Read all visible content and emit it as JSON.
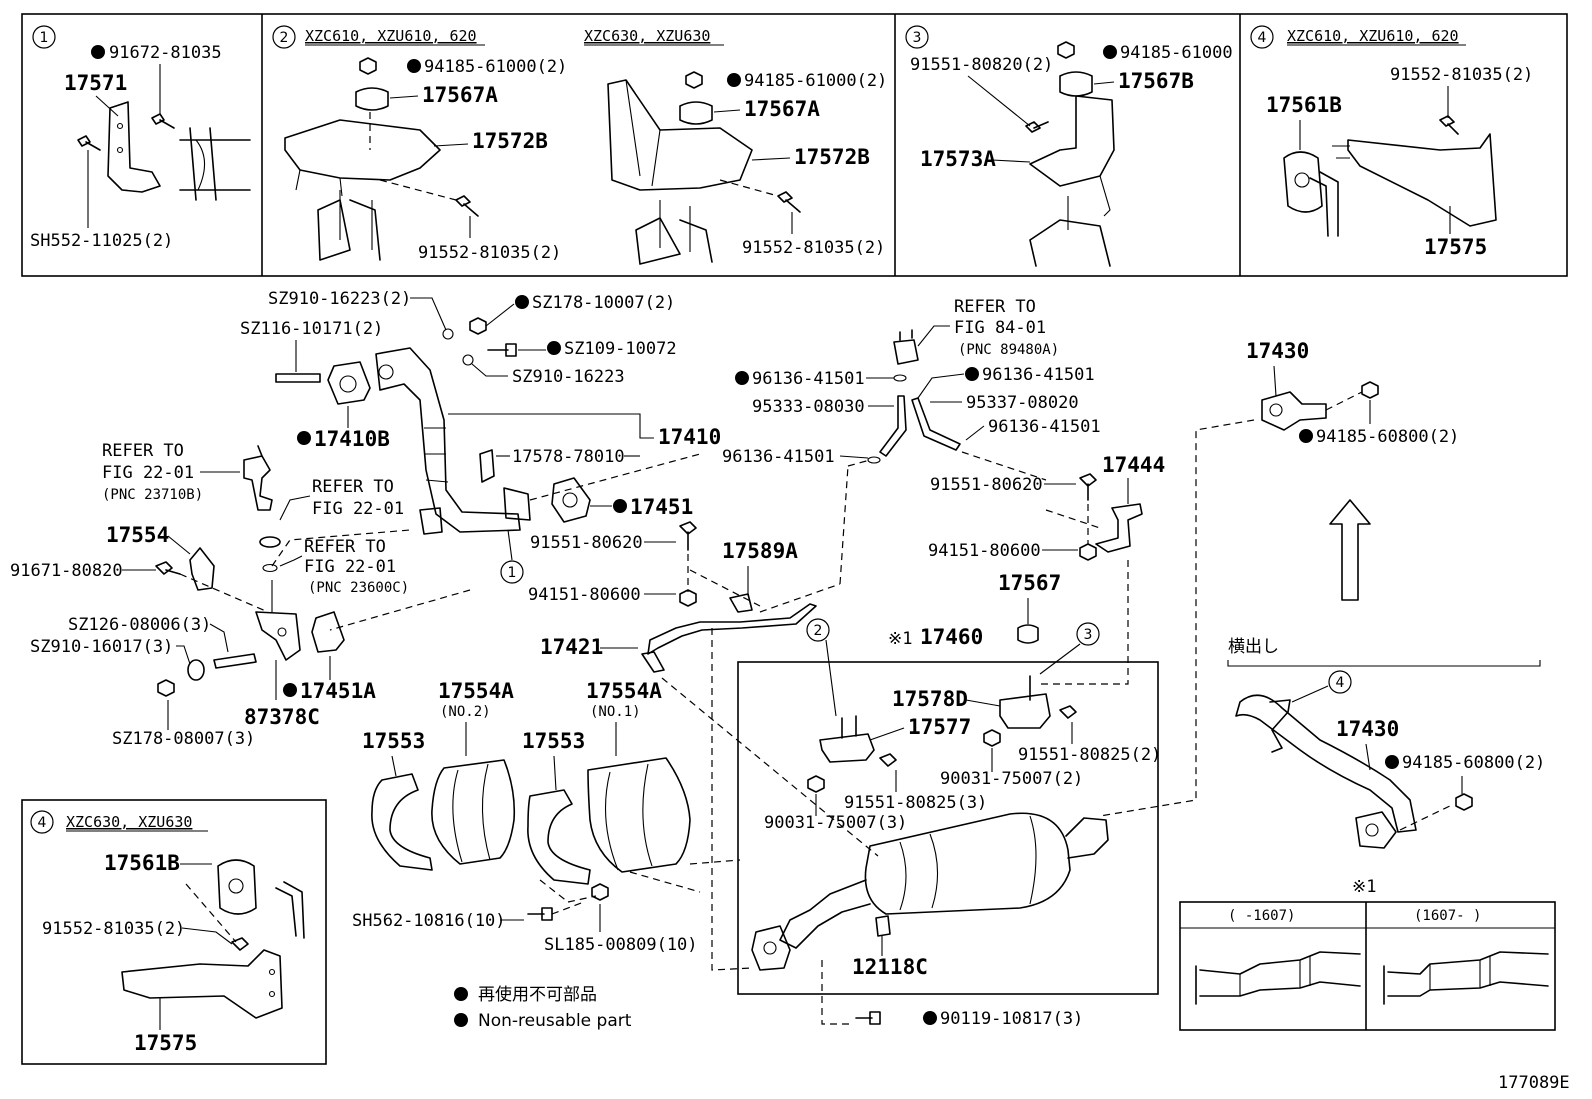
{
  "diagram_id": "177089E",
  "panels": {
    "p1": {
      "num": "1"
    },
    "p2": {
      "num": "2",
      "variant_a": "XZC610, XZU610, 620",
      "variant_b": "XZC630, XZU630"
    },
    "p3": {
      "num": "3"
    },
    "p4": {
      "num": "4",
      "variant": "XZC610, XZU610, 620"
    },
    "p5": {
      "num": "4",
      "variant": "XZC630, XZU630"
    }
  },
  "labels": {
    "p1_91672": "91672-81035",
    "p1_17571": "17571",
    "p1_sh552": "SH552-11025(2)",
    "p2_94185_a": "94185-61000(2)",
    "p2_17567a_a": "17567A",
    "p2_17572b_a": "17572B",
    "p2_91552_a": "91552-81035(2)",
    "p2_94185_b": "94185-61000(2)",
    "p2_17567a_b": "17567A",
    "p2_17572b_b": "17572B",
    "p2_91552_b": "91552-81035(2)",
    "p3_94185": "94185-61000",
    "p3_91551": "91551-80820(2)",
    "p3_17567b": "17567B",
    "p3_17573a": "17573A",
    "p4_91552": "91552-81035(2)",
    "p4_17561b": "17561B",
    "p4_17575": "17575",
    "sz910_16223_2": "SZ910-16223(2)",
    "sz178_10007": "SZ178-10007(2)",
    "sz116_10171": "SZ116-10171(2)",
    "sz109_10072": "SZ109-10072",
    "sz910_16223": "SZ910-16223",
    "p17410b": "17410B",
    "p17410": "17410",
    "p17578_78010": "17578-78010",
    "p17451": "17451",
    "refer_to": "REFER TO",
    "fig22_a": "FIG 22-01",
    "pnc23710b": "(PNC 23710B)",
    "fig22_b": "FIG 22-01",
    "fig22_c": "FIG 22-01",
    "pnc23600c": "(PNC 23600C)",
    "fig84": "FIG 84-01",
    "pnc89480a": "(PNC 89480A)",
    "p17554": "17554",
    "p91671": "91671-80820",
    "sz126": "SZ126-08006(3)",
    "sz910_16017": "SZ910-16017(3)",
    "p17451a": "17451A",
    "p87378c": "87378C",
    "sz178_08007": "SZ178-08007(3)",
    "p91551_80620_a": "91551-80620",
    "p94151_80600_a": "94151-80600",
    "p17589a": "17589A",
    "p17421": "17421",
    "p96136_a": "96136-41501",
    "p96136_b": "96136-41501",
    "p96136_c": "96136-41501",
    "p96136_d": "96136-41501",
    "p95333": "95333-08030",
    "p95337": "95337-08020",
    "p17444": "17444",
    "p91551_80620_b": "91551-80620",
    "p94151_80600_b": "94151-80600",
    "p17567": "17567",
    "p17460_mark": "※1",
    "p17460": "17460",
    "p17578d": "17578D",
    "p17577": "17577",
    "p91551_80825_2": "91551-80825(2)",
    "p90031_2": "90031-75007(2)",
    "p91551_80825_3": "91551-80825(3)",
    "p90031_3": "90031-75007(3)",
    "p12118c": "12118C",
    "p90119": "90119-10817(3)",
    "p17430_top": "17430",
    "p94185_60800_top": "94185-60800(2)",
    "yokodashi": "横出し",
    "p17430_side": "17430",
    "p94185_60800_side": "94185-60800(2)",
    "p17553_a": "17553",
    "p17554a_a": "17554A",
    "no2": "(NO.2)",
    "p17553_b": "17553",
    "p17554a_b": "17554A",
    "no1": "(NO.1)",
    "sh562": "SH562-10816(10)",
    "sl185": "SL185-00809(10)",
    "p5_17561b": "17561B",
    "p5_91552": "91552-81035(2)",
    "p5_17575": "17575",
    "inset_mark": "※1",
    "inset_left": "(    -1607)",
    "inset_right": "(1607-    )"
  },
  "legend": {
    "line_jp": "再使用不可部品",
    "line_en": "Non-reusable part"
  }
}
